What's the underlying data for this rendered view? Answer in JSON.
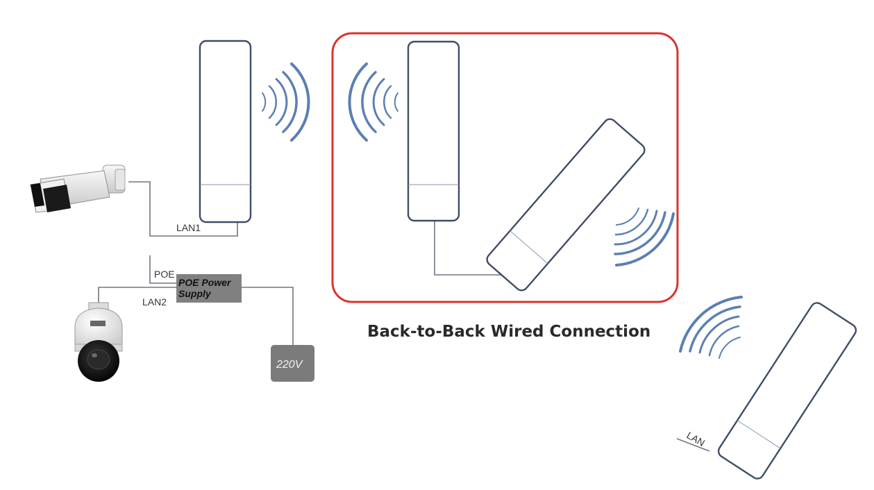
{
  "labels": {
    "lan1": "LAN1",
    "poe": "POE",
    "lan2": "LAN2",
    "lan_bottom": "LAN"
  },
  "poe_supply": {
    "line1": "POE Power",
    "line2": "Supply"
  },
  "power_source": "220V",
  "group_title": "Back-to-Back Wired Connection",
  "colors": {
    "wave": "#5b7fb2",
    "cpe_outline": "#3d4d66",
    "group_border": "#d9342b",
    "poe_box": "#808080",
    "power_box": "#7b7b7b",
    "wire": "#6e7781"
  }
}
